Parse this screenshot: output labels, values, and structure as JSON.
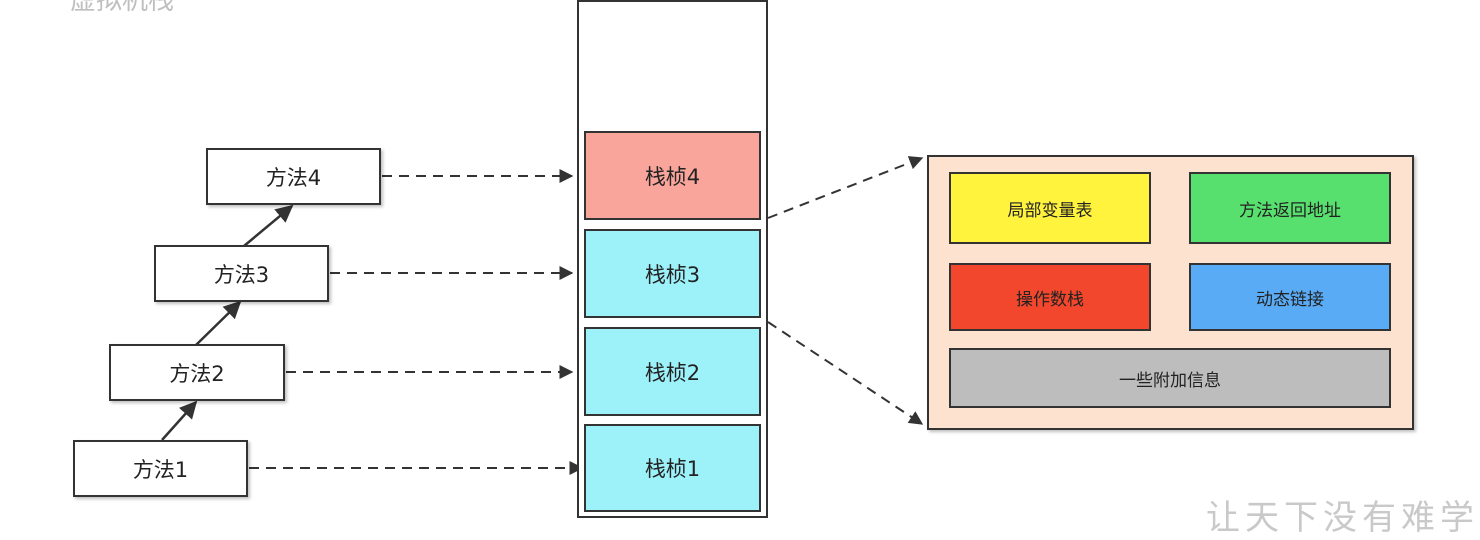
{
  "methods": [
    {
      "label": "方法1"
    },
    {
      "label": "方法2"
    },
    {
      "label": "方法3"
    },
    {
      "label": "方法4"
    }
  ],
  "frames": [
    {
      "label": "栈桢4",
      "color": "#f9a59c"
    },
    {
      "label": "栈桢3",
      "color": "#9df2fa"
    },
    {
      "label": "栈桢2",
      "color": "#9df2fa"
    },
    {
      "label": "栈桢1",
      "color": "#9df2fa"
    }
  ],
  "frame_detail": {
    "local_vars": {
      "label": "局部变量表",
      "color": "#fff33d"
    },
    "return_address": {
      "label": "方法返回地址",
      "color": "#58e06e"
    },
    "operand_stack": {
      "label": "操作数栈",
      "color": "#f2472c"
    },
    "dynamic_link": {
      "label": "动态链接",
      "color": "#5aabf5"
    },
    "extra_info": {
      "label": "一些附加信息",
      "color": "#bdbdbd"
    }
  },
  "header_fragment": "虚拟机栈",
  "watermark": "让天下没有难学"
}
